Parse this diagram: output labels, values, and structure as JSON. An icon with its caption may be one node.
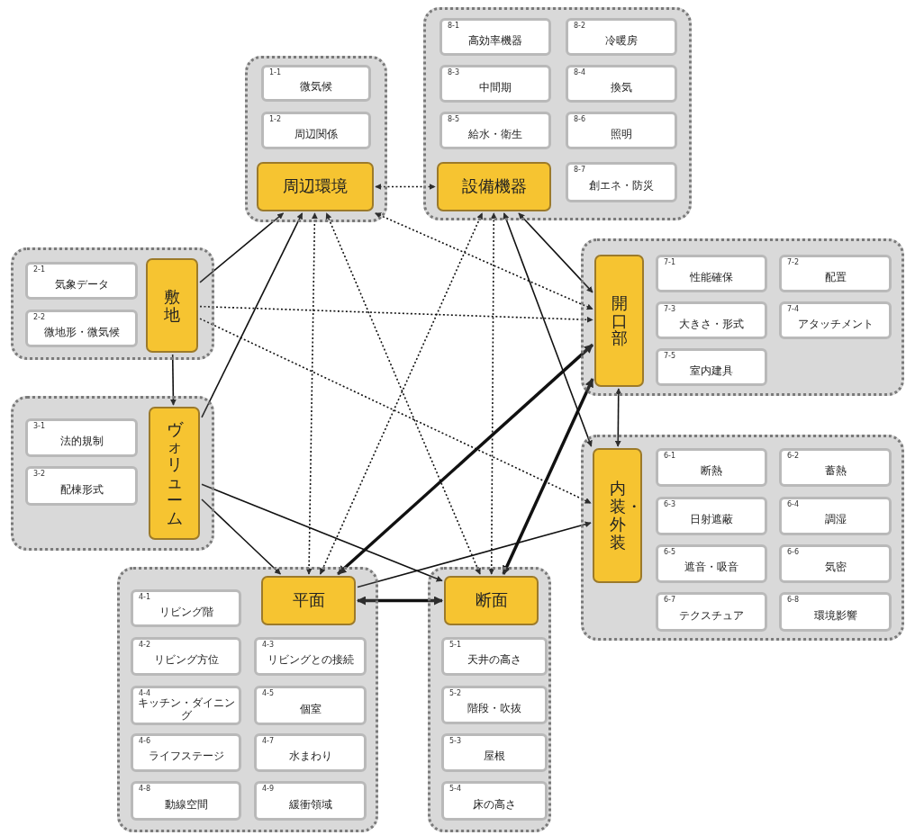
{
  "diagram": {
    "nodes": [
      {
        "text": [],
        "shape": "box"
      },
      {
        "text": [
          "1-1",
          "微気候"
        ],
        "in": 0
      },
      {
        "text": [
          "1-2",
          "周辺関係"
        ],
        "in": 0
      },
      {
        "text": [
          "周辺環境"
        ],
        "in": 0
      },
      {
        "text": [],
        "shape": "box"
      },
      {
        "text": [
          "8-1",
          "高効率機器"
        ],
        "in": 4
      },
      {
        "text": [
          "8-2",
          "冷暖房"
        ],
        "in": 4
      },
      {
        "text": [
          "8-3",
          "中間期"
        ],
        "in": 4
      },
      {
        "text": [
          "8-4",
          "換気"
        ],
        "in": 4
      },
      {
        "text": [
          "8-5",
          "給水・衛生"
        ],
        "in": 4
      },
      {
        "text": [
          "8-6",
          "照明"
        ],
        "in": 4
      },
      {
        "text": [
          "8-7",
          "創エネ・防災"
        ],
        "in": 4
      },
      {
        "text": [
          "設備機器"
        ],
        "in": 4
      },
      {
        "text": [],
        "shape": "box"
      },
      {
        "text": [
          "2-1",
          "気象データ"
        ],
        "in": 13
      },
      {
        "text": [
          "2-2",
          "微地形・微気候"
        ],
        "in": 13
      },
      {
        "text": [
          "敷地"
        ],
        "in": 13
      },
      {
        "text": [],
        "shape": "box"
      },
      {
        "text": [
          "開口部"
        ],
        "in": 17
      },
      {
        "text": [
          "7-1",
          "性能確保"
        ],
        "in": 17
      },
      {
        "text": [
          "7-2",
          "配置"
        ],
        "in": 17
      },
      {
        "text": [
          "7-3",
          "大きさ・形式"
        ],
        "in": 17
      },
      {
        "text": [
          "7-4",
          "アタッチメント"
        ],
        "in": 17
      },
      {
        "text": [
          "7-5",
          "室内建具"
        ],
        "in": 17
      },
      {
        "text": [],
        "shape": "box"
      },
      {
        "text": [
          "3-1",
          "法的規制"
        ],
        "in": 24
      },
      {
        "text": [
          "3-2",
          "配棟形式"
        ],
        "in": 24
      },
      {
        "text": [
          "ヴォリューム"
        ],
        "in": 24
      },
      {
        "text": [],
        "shape": "box"
      },
      {
        "text": [
          "内装・外装"
        ],
        "in": 28
      },
      {
        "text": [
          "6-1",
          "断熱"
        ],
        "in": 28
      },
      {
        "text": [
          "6-2",
          "蓄熱"
        ],
        "in": 28
      },
      {
        "text": [
          "6-3",
          "日射遮蔽"
        ],
        "in": 28
      },
      {
        "text": [
          "6-4",
          "調湿"
        ],
        "in": 28
      },
      {
        "text": [
          "6-5",
          "遮音・吸音"
        ],
        "in": 28
      },
      {
        "text": [
          "6-6",
          "気密"
        ],
        "in": 28
      },
      {
        "text": [
          "6-7",
          "テクスチュア"
        ],
        "in": 28
      },
      {
        "text": [
          "6-8",
          "環境影響"
        ],
        "in": 28
      },
      {
        "text": [],
        "shape": "box"
      },
      {
        "text": [
          "平面"
        ],
        "in": 38
      },
      {
        "text": [
          "4-1",
          "リビング階"
        ],
        "in": 38
      },
      {
        "text": [
          "4-2",
          "リビング方位"
        ],
        "in": 38
      },
      {
        "text": [
          "4-3",
          "リビングとの接続"
        ],
        "in": 38
      },
      {
        "text": [
          "4-4",
          "キッチン・ダイニング"
        ],
        "in": 38
      },
      {
        "text": [
          "4-5",
          "個室"
        ],
        "in": 38
      },
      {
        "text": [
          "4-6",
          "ライフステージ"
        ],
        "in": 38
      },
      {
        "text": [
          "4-7",
          "水まわり"
        ],
        "in": 38
      },
      {
        "text": [
          "4-8",
          "動線空間"
        ],
        "in": 38
      },
      {
        "text": [
          "4-9",
          "緩衝領域"
        ],
        "in": 38
      },
      {
        "text": [],
        "shape": "box"
      },
      {
        "text": [
          "断面"
        ],
        "in": 49
      },
      {
        "text": [
          "5-1",
          "天井の高さ"
        ],
        "in": 49
      },
      {
        "text": [
          "5-2",
          "階段・吹抜"
        ],
        "in": 49
      },
      {
        "text": [
          "5-3",
          "屋根"
        ],
        "in": 49
      },
      {
        "text": [
          "5-4",
          "床の高さ"
        ],
        "in": 49
      }
    ],
    "edges": [
      {
        "from": 3,
        "to": 12,
        "arrow": "both",
        "style": "dashed"
      },
      {
        "from": 16,
        "to": 3,
        "arrow": "to"
      },
      {
        "from": 16,
        "to": 27,
        "arrow": "to"
      },
      {
        "from": 27,
        "to": 3,
        "arrow": "to"
      },
      {
        "from": 16,
        "to": 18,
        "arrow": "to",
        "style": "dashed"
      },
      {
        "from": 16,
        "to": 29,
        "arrow": "to",
        "style": "dashed"
      },
      {
        "from": 3,
        "to": 18,
        "arrow": "both",
        "style": "dashed"
      },
      {
        "from": 39,
        "to": 3,
        "arrow": "both",
        "style": "dashed"
      },
      {
        "from": 50,
        "to": 3,
        "arrow": "both",
        "style": "dashed"
      },
      {
        "from": 39,
        "to": 12,
        "arrow": "both",
        "style": "dashed"
      },
      {
        "from": 50,
        "to": 12,
        "arrow": "both",
        "style": "dashed"
      },
      {
        "from": 29,
        "to": 12,
        "arrow": "both"
      },
      {
        "from": 12,
        "to": 18,
        "arrow": "both"
      },
      {
        "from": 18,
        "to": 29,
        "arrow": "both"
      },
      {
        "from": 39,
        "to": 18,
        "arrow": "both",
        "style": "thick"
      },
      {
        "from": 50,
        "to": 18,
        "arrow": "both",
        "style": "thick"
      },
      {
        "from": 39,
        "to": 50,
        "arrow": "both",
        "style": "thick"
      },
      {
        "from": 27,
        "to": 39,
        "arrow": "to"
      },
      {
        "from": 27,
        "to": 50,
        "arrow": "to"
      },
      {
        "from": 39,
        "to": 29,
        "arrow": "to"
      }
    ]
  }
}
